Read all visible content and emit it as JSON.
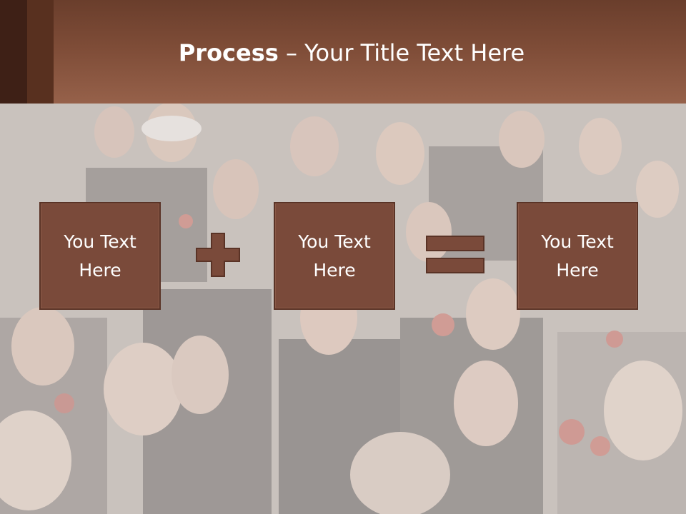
{
  "slide": {
    "title_bold": "Process",
    "title_rest": " – Your Title Text Here"
  },
  "boxes": [
    {
      "text": "You Text Here"
    },
    {
      "text": "You Text Here"
    },
    {
      "text": "You Text Here"
    }
  ],
  "operators": [
    "plus-icon",
    "equals-icon"
  ],
  "colors": {
    "header": "#7e4c37",
    "box_fill": "#7a4a3a",
    "box_border": "#5a3326",
    "title_text": "#ffffff"
  }
}
